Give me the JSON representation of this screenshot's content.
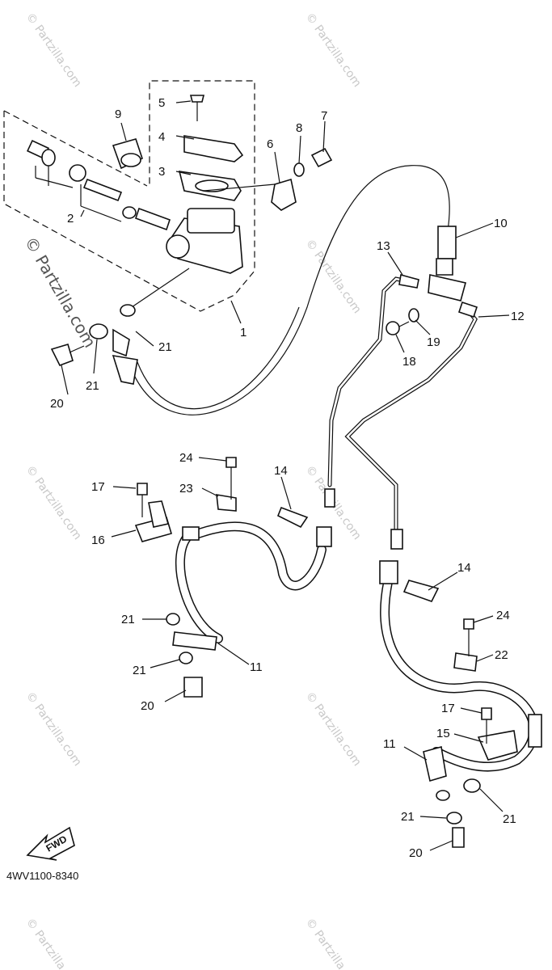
{
  "watermark": {
    "site": "© Partzilla.com",
    "copyright": "© Partzilla.com"
  },
  "callouts": [
    "1",
    "2",
    "3",
    "4",
    "5",
    "6",
    "7",
    "8",
    "9",
    "10",
    "11",
    "12",
    "13",
    "14",
    "15",
    "16",
    "17",
    "18",
    "19",
    "20",
    "21",
    "22",
    "23",
    "24"
  ],
  "fwd_label": "FWD",
  "diagram_code": "4WV1100-8340"
}
